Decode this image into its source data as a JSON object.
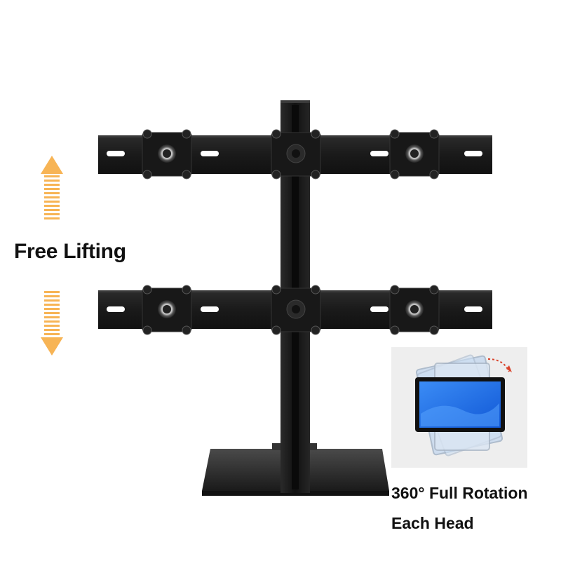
{
  "labels": {
    "free_lifting": "Free Lifting",
    "rotation_line1": "360° Full Rotation",
    "rotation_line2": "Each Head"
  },
  "colors": {
    "background": "#ffffff",
    "mount_metal": "#1e1e1e",
    "arrow_orange": "#f7b455",
    "screen_blue": "#1e73e8",
    "inset_background": "#eeeeee",
    "rotation_arc": "#d9432b"
  },
  "icons": {
    "lift_up": "up-arrow-icon",
    "lift_down": "down-arrow-icon",
    "rotation": "rotation-arc-icon"
  }
}
